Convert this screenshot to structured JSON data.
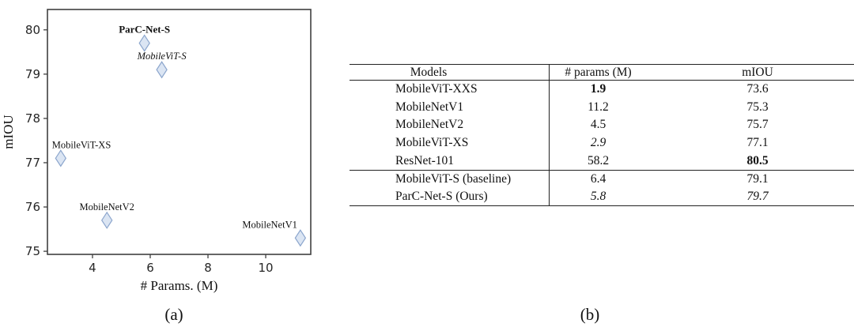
{
  "figure": {
    "caption_a": "(a)",
    "caption_b": "(b)"
  },
  "colors": {
    "marker_fill": "#dbe5f3",
    "marker_stroke": "#8ca6cd",
    "axis": "#404040",
    "rule": "#222222"
  },
  "chart_data": [
    {
      "type": "scatter",
      "title": "",
      "xlabel": "# Params. (M)",
      "ylabel": "mIOU",
      "xlim": [
        2.44,
        11.56
      ],
      "ylim": [
        74.93,
        80.46
      ],
      "xticks": [
        4,
        6,
        8,
        10
      ],
      "yticks": [
        75,
        76,
        77,
        78,
        79,
        80
      ],
      "grid": false,
      "legend": "none",
      "marker": {
        "shape": "diamond",
        "fill": "#dbe5f3",
        "stroke": "#8ca6cd"
      },
      "points": [
        {
          "label": "ParC-Net-S",
          "x": 5.8,
          "y": 79.7,
          "style": "bold",
          "anchor": "center"
        },
        {
          "label": "MobileViT-S",
          "x": 6.4,
          "y": 79.1,
          "style": "italic",
          "anchor": "center"
        },
        {
          "label": "MobileViT-XS",
          "x": 2.9,
          "y": 77.1,
          "style": "normal",
          "anchor": "left"
        },
        {
          "label": "MobileNetV2",
          "x": 4.5,
          "y": 75.7,
          "style": "normal",
          "anchor": "center"
        },
        {
          "label": "MobileNetV1",
          "x": 11.2,
          "y": 75.3,
          "style": "normal",
          "anchor": "right"
        }
      ]
    },
    {
      "type": "table",
      "title": "",
      "columns": [
        "Models",
        "# params (M)",
        "mIOU"
      ],
      "groups": [
        {
          "rows": [
            {
              "model": "MobileViT-XXS",
              "params": "1.9",
              "params_style": "bold",
              "miou": "73.6",
              "miou_style": "normal"
            },
            {
              "model": "MobileNetV1",
              "params": "11.2",
              "params_style": "normal",
              "miou": "75.3",
              "miou_style": "normal"
            },
            {
              "model": "MobileNetV2",
              "params": "4.5",
              "params_style": "normal",
              "miou": "75.7",
              "miou_style": "normal"
            },
            {
              "model": "MobileViT-XS",
              "params": "2.9",
              "params_style": "italic",
              "miou": "77.1",
              "miou_style": "normal"
            },
            {
              "model": "ResNet-101",
              "params": "58.2",
              "params_style": "normal",
              "miou": "80.5",
              "miou_style": "bold"
            }
          ]
        },
        {
          "rows": [
            {
              "model": "MobileViT-S (baseline)",
              "params": "6.4",
              "params_style": "normal",
              "miou": "79.1",
              "miou_style": "normal"
            },
            {
              "model": "ParC-Net-S (Ours)",
              "params": "5.8",
              "params_style": "italic",
              "miou": "79.7",
              "miou_style": "italic"
            }
          ]
        }
      ]
    }
  ]
}
